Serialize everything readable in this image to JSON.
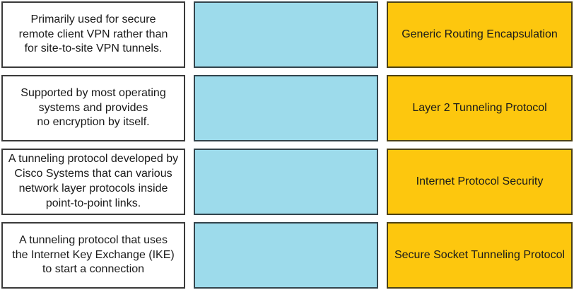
{
  "quiz": {
    "type": "matching-drag-and-drop",
    "topic": "VPN tunneling protocols",
    "colors": {
      "description_bg": "#FFFFFF",
      "drop_zone_bg": "#9DDBEB",
      "answer_bg": "#FDC70E",
      "border": "#3A3A3A",
      "text": "#1A1A1A"
    },
    "rows": [
      {
        "description": "Primarily used for secure\nremote client VPN rather than\nfor site-to-site VPN tunnels.",
        "drop_value": "",
        "answer": "Generic Routing Encapsulation"
      },
      {
        "description": "Supported by most operating\nsystems and provides\nno encryption by itself.",
        "drop_value": "",
        "answer": "Layer 2 Tunneling Protocol"
      },
      {
        "description": "A tunneling protocol developed by\nCisco Systems that can various\nnetwork layer protocols inside\npoint-to-point links.",
        "drop_value": "",
        "answer": "Internet Protocol Security"
      },
      {
        "description": "A tunneling protocol that uses\nthe Internet Key Exchange (IKE)\nto start a connection",
        "drop_value": "",
        "answer": "Secure Socket Tunneling Protocol"
      }
    ]
  }
}
